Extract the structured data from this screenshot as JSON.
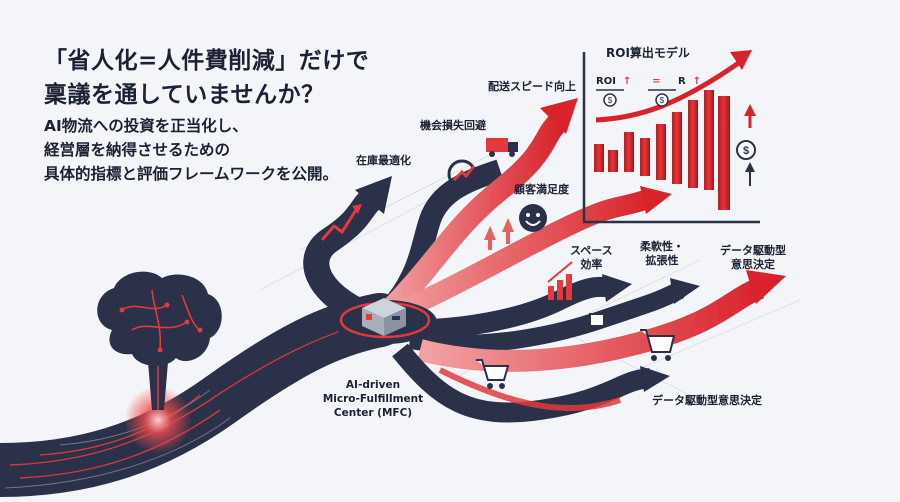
{
  "headline": {
    "line1": "「省人化=人件費削減」だけで",
    "line2": "稟議を通していませんか？"
  },
  "subtext": {
    "line1": "AI物流への投資を正当化し、",
    "line2": "経営層を納得させるための",
    "line3": "具体的指標と評価フレームワークを公開。"
  },
  "labels": {
    "inventory": "在庫最適化",
    "opportunity": "機会損失回避",
    "delivery": "配送スピード向上",
    "satisfaction": "顧客満足度",
    "space": "スペース\n効率",
    "flexibility": "柔軟性・\n拡張性",
    "data_driven_top": "データ駆動型\n意思決定",
    "data_driven_bottom": "データ駆動型意思決定"
  },
  "mfc": {
    "line1": "AI-driven",
    "line2": "Micro-Fulfillment",
    "line3": "Center (MFC)"
  },
  "roi": {
    "title": "ROI算出モデル",
    "numerator_left": "ROI",
    "numerator_right": "R"
  },
  "colors": {
    "dark_path": "#2a3148",
    "red_accent": "#e23a3f",
    "text": "#1c2233",
    "background": "#f4f5f8"
  }
}
